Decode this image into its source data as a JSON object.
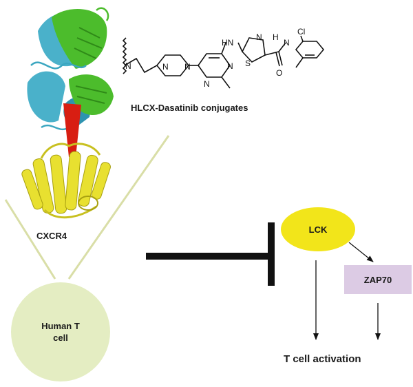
{
  "protein_label": "CXCR4",
  "conjugate_label": "HLCX-Dasatinib conjugates",
  "cell_label_line1": "Human T",
  "cell_label_line2": "cell",
  "kinase_lck": "LCK",
  "kinase_zap70": "ZAP70",
  "outcome_label": "T cell activation",
  "structure_atoms": {
    "hn": "HN",
    "n": "N",
    "s": "S",
    "h": "H",
    "cl": "Cl",
    "o": "O"
  },
  "colors": {
    "cell_fill": "#e4edc2",
    "lck_fill": "#f2e51a",
    "zap70_fill": "#dccbe4",
    "helix_yellow": "#e8e030",
    "sheet_green": "#4cbc2c",
    "sheet_cyan": "#36a9c4",
    "linker_red": "#d81e12",
    "cone_line": "#d9dea7"
  }
}
